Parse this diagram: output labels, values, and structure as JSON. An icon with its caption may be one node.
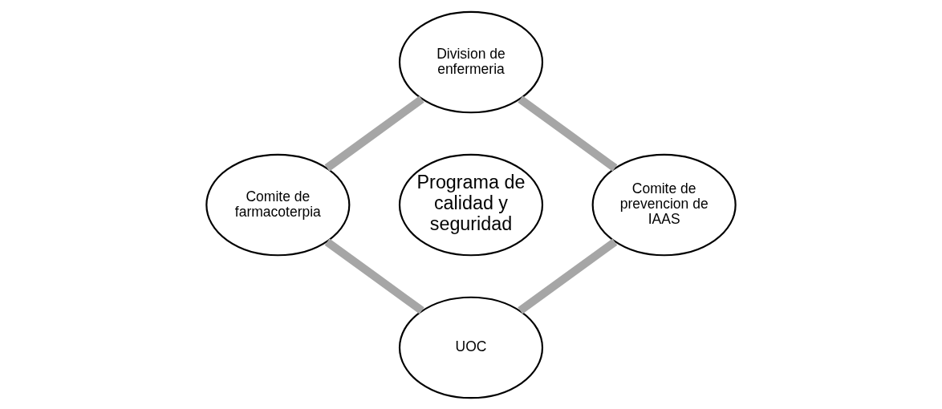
{
  "diagram": {
    "nodes": [
      {
        "text": [
          "Division de enfermeria"
        ]
      },
      {
        "text": [
          "Comite de farmacoterpia"
        ]
      },
      {
        "text": [
          "Programa de calidad y seguridad"
        ]
      },
      {
        "text": [
          "Comite de prevencion de IAAS"
        ]
      },
      {
        "text": [
          "UOC"
        ]
      }
    ],
    "edges": [
      {
        "from": 0,
        "to": 3,
        "arrow": "none"
      },
      {
        "from": 3,
        "to": 4,
        "arrow": "none"
      },
      {
        "from": 4,
        "to": 1,
        "arrow": "none"
      },
      {
        "from": 1,
        "to": 0,
        "arrow": "none"
      }
    ]
  }
}
